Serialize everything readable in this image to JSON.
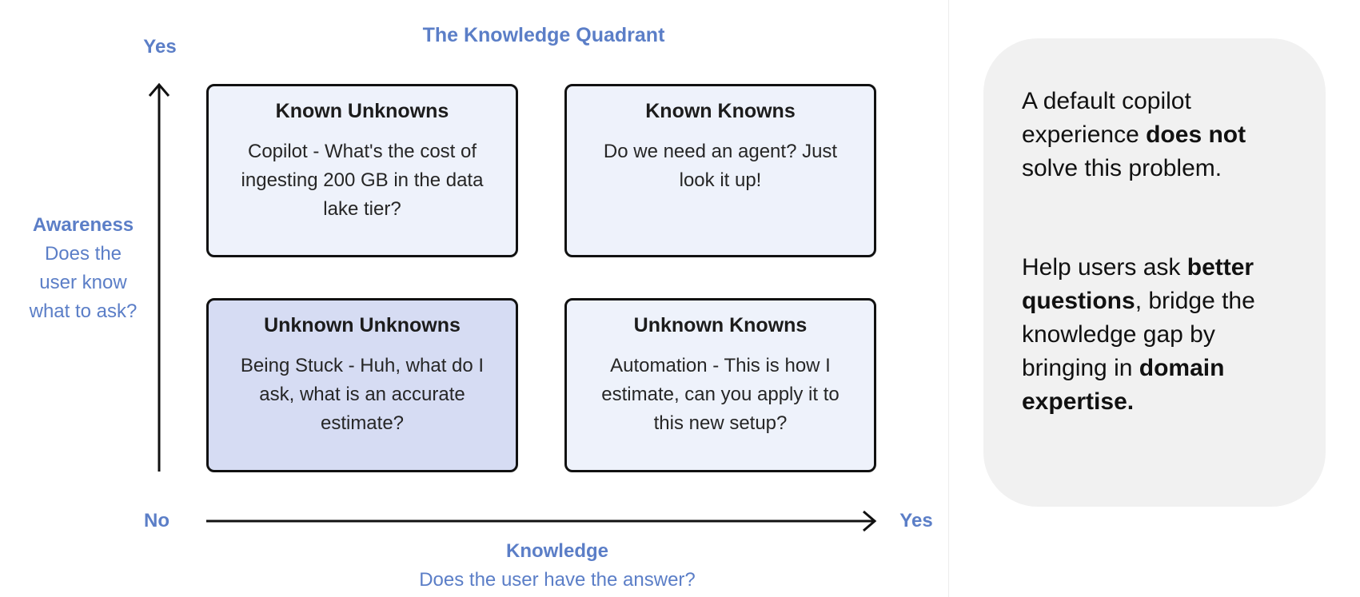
{
  "title": "The Knowledge Quadrant",
  "y_axis": {
    "top_label": "Yes",
    "name": "Awareness",
    "question_lines": [
      "Does the",
      "user know",
      "what to ask?"
    ]
  },
  "x_axis": {
    "left_label": "No",
    "right_label": "Yes",
    "name": "Knowledge",
    "question": "Does the user have the answer?"
  },
  "quadrants": [
    {
      "title": "Known Unknowns",
      "text": "Copilot - What's the cost of ingesting 200 GB in the data lake tier?",
      "fill": "#eef2fb"
    },
    {
      "title": "Known Knowns",
      "text": "Do we need an agent? Just look it up!",
      "fill": "#eef2fb"
    },
    {
      "title": "Unknown Unknowns",
      "text": "Being Stuck - Huh, what do I ask, what is an accurate estimate?",
      "fill": "#d6dcf3"
    },
    {
      "title": "Unknown Knowns",
      "text": "Automation - This is how I estimate, can you apply it to this new setup?",
      "fill": "#eef2fb"
    }
  ],
  "callout": {
    "p1": {
      "before": "A default copilot experience ",
      "bold": "does not",
      "after": " solve this problem."
    },
    "p2": {
      "t1": "Help users ask ",
      "b1": "better questions",
      "t2": ", bridge the knowledge gap by bringing in ",
      "b2": "domain expertise."
    }
  },
  "colors": {
    "accent": "#5b7ec7",
    "quadrant_light": "#eef2fb",
    "quadrant_highlight": "#d6dcf3",
    "callout_bg": "#f1f1f1"
  }
}
